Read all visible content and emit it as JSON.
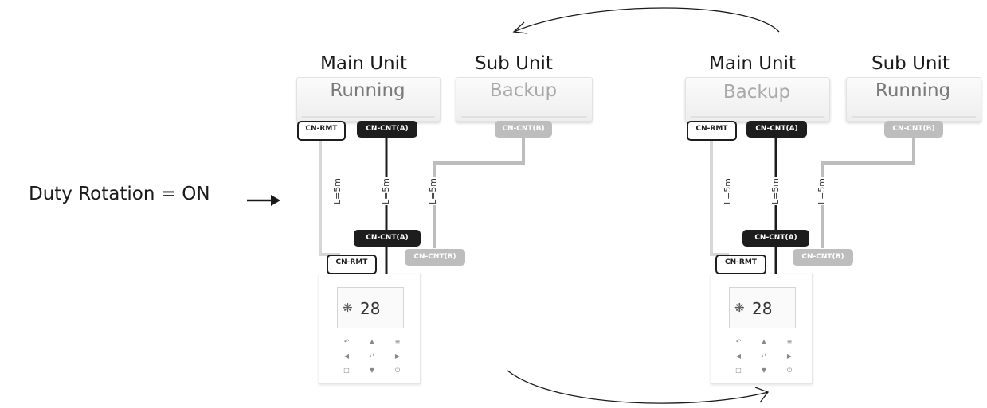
{
  "left_label": "Duty Rotation = ON",
  "diagrams": [
    {
      "main": {
        "title": "Main Unit",
        "status": "Running",
        "status_color": "#7a7a7a"
      },
      "sub": {
        "title": "Sub Unit",
        "status": "Backup",
        "status_color": "#a9a9a9"
      },
      "connectors": {
        "main_rmt": "CN-RMT",
        "main_cnt": "CN-CNT(A)",
        "sub_cnt": "CN-CNT(B)",
        "remote_cnt_a": "CN-CNT(A)",
        "remote_cnt_b": "CN-CNT(B)",
        "remote_rmt": "CN-RMT"
      },
      "lengths": [
        "L=5m",
        "L=5m",
        "L=5m"
      ],
      "remote_temp": "28"
    },
    {
      "main": {
        "title": "Main Unit",
        "status": "Backup",
        "status_color": "#a9a9a9"
      },
      "sub": {
        "title": "Sub Unit",
        "status": "Running",
        "status_color": "#7a7a7a"
      },
      "connectors": {
        "main_rmt": "CN-RMT",
        "main_cnt": "CN-CNT(A)",
        "sub_cnt": "CN-CNT(B)",
        "remote_cnt_a": "CN-CNT(A)",
        "remote_cnt_b": "CN-CNT(B)",
        "remote_rmt": "CN-RMT"
      },
      "lengths": [
        "L=5m",
        "L=5m",
        "L=5m"
      ],
      "remote_temp": "28"
    }
  ],
  "colors": {
    "dark_wire": "#1d1d1d",
    "gray_wire": "#bdbdbd",
    "light_wire": "#d6d6d6"
  },
  "icons": [
    "arrow-right-icon",
    "rotation-arrow-top-icon",
    "rotation-arrow-bottom-icon",
    "fan-icon"
  ]
}
